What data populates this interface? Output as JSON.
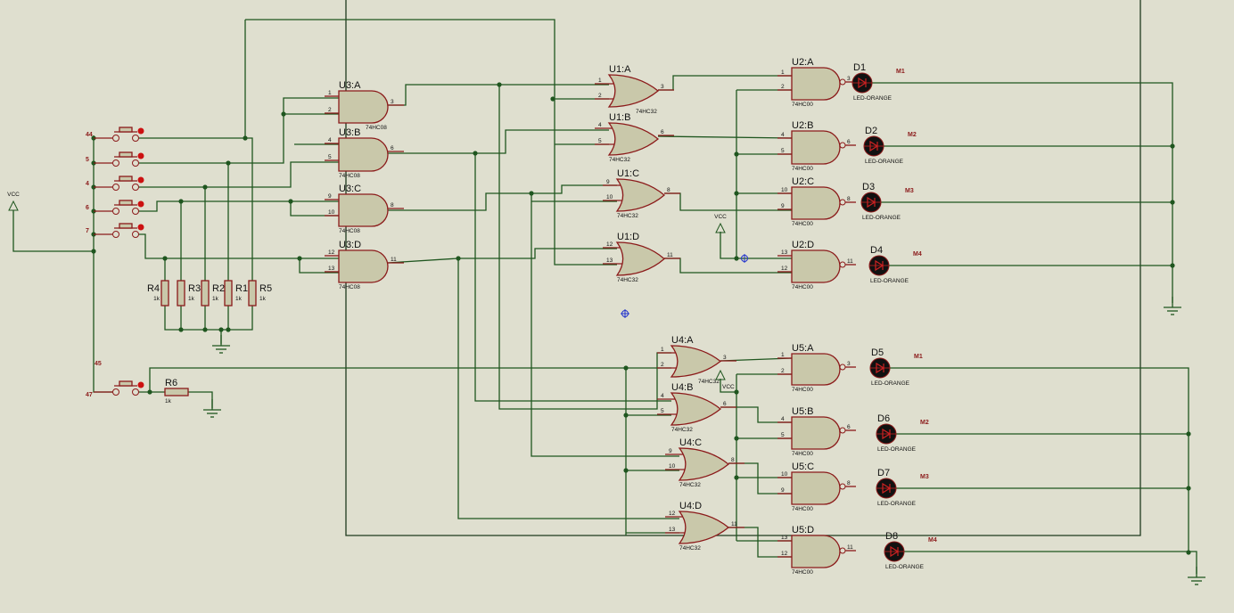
{
  "colors": {
    "background": "#dfdfcf",
    "wire": "#1f561f",
    "component_outline": "#8b1a1a",
    "component_fill": "#c9c8aa",
    "led": "#111111"
  },
  "switches": [
    {
      "net_label": "44"
    },
    {
      "net_label": "5"
    },
    {
      "net_label": "4"
    },
    {
      "net_label": "6"
    },
    {
      "net_label": "7"
    },
    {
      "net_label": "47",
      "net_label2": "45"
    }
  ],
  "power": [
    {
      "label": "VCC"
    },
    {
      "label": "VCC"
    },
    {
      "label": "VCC"
    }
  ],
  "resistors": [
    {
      "ref": "R4",
      "value": "1k"
    },
    {
      "ref": "R3",
      "value": "1k"
    },
    {
      "ref": "R2",
      "value": "1k"
    },
    {
      "ref": "R1",
      "value": "1k"
    },
    {
      "ref": "R5",
      "value": "1k"
    },
    {
      "ref": "R6",
      "value": "1k"
    }
  ],
  "gates": [
    {
      "ref": "U3:A",
      "part": "74HC08",
      "type": "and",
      "pins": [
        "1",
        "2",
        "3"
      ]
    },
    {
      "ref": "U3:B",
      "part": "74HC08",
      "type": "and",
      "pins": [
        "4",
        "5",
        "6"
      ]
    },
    {
      "ref": "U3:C",
      "part": "74HC08",
      "type": "and",
      "pins": [
        "9",
        "10",
        "8"
      ]
    },
    {
      "ref": "U3:D",
      "part": "74HC08",
      "type": "and",
      "pins": [
        "12",
        "13",
        "11"
      ]
    },
    {
      "ref": "U1:A",
      "part": "74HC32",
      "type": "or",
      "pins": [
        "1",
        "2",
        "3"
      ]
    },
    {
      "ref": "U1:B",
      "part": "74HC32",
      "type": "or",
      "pins": [
        "4",
        "5",
        "6"
      ]
    },
    {
      "ref": "U1:C",
      "part": "74HC32",
      "type": "or",
      "pins": [
        "9",
        "10",
        "8"
      ]
    },
    {
      "ref": "U1:D",
      "part": "74HC32",
      "type": "or",
      "pins": [
        "12",
        "13",
        "11"
      ]
    },
    {
      "ref": "U2:A",
      "part": "74HC00",
      "type": "nand",
      "pins": [
        "1",
        "2",
        "3"
      ]
    },
    {
      "ref": "U2:B",
      "part": "74HC00",
      "type": "nand",
      "pins": [
        "4",
        "5",
        "6"
      ]
    },
    {
      "ref": "U2:C",
      "part": "74HC00",
      "type": "nand",
      "pins": [
        "10",
        "9",
        "8"
      ]
    },
    {
      "ref": "U2:D",
      "part": "74HC00",
      "type": "nand",
      "pins": [
        "13",
        "12",
        "11"
      ]
    },
    {
      "ref": "U4:A",
      "part": "74HC32",
      "type": "or",
      "pins": [
        "1",
        "2",
        "3"
      ]
    },
    {
      "ref": "U4:B",
      "part": "74HC32",
      "type": "or",
      "pins": [
        "4",
        "5",
        "6"
      ]
    },
    {
      "ref": "U4:C",
      "part": "74HC32",
      "type": "or",
      "pins": [
        "9",
        "10",
        "8"
      ]
    },
    {
      "ref": "U4:D",
      "part": "74HC32",
      "type": "or",
      "pins": [
        "12",
        "13",
        "11"
      ]
    },
    {
      "ref": "U5:A",
      "part": "74HC00",
      "type": "nand",
      "pins": [
        "1",
        "2",
        "3"
      ]
    },
    {
      "ref": "U5:B",
      "part": "74HC00",
      "type": "nand",
      "pins": [
        "4",
        "5",
        "6"
      ]
    },
    {
      "ref": "U5:C",
      "part": "74HC00",
      "type": "nand",
      "pins": [
        "10",
        "9",
        "8"
      ]
    },
    {
      "ref": "U5:D",
      "part": "74HC00",
      "type": "nand",
      "pins": [
        "13",
        "12",
        "11"
      ]
    }
  ],
  "leds": [
    {
      "ref": "D1",
      "part": "LED-ORANGE",
      "net": "M1"
    },
    {
      "ref": "D2",
      "part": "LED-ORANGE",
      "net": "M2"
    },
    {
      "ref": "D3",
      "part": "LED-ORANGE",
      "net": "M3"
    },
    {
      "ref": "D4",
      "part": "LED-ORANGE",
      "net": "M4"
    },
    {
      "ref": "D5",
      "part": "LED-ORANGE",
      "net": "M1"
    },
    {
      "ref": "D6",
      "part": "LED-ORANGE",
      "net": "M2"
    },
    {
      "ref": "D7",
      "part": "LED-ORANGE",
      "net": "M3"
    },
    {
      "ref": "D8",
      "part": "LED-ORANGE",
      "net": "M4"
    }
  ]
}
